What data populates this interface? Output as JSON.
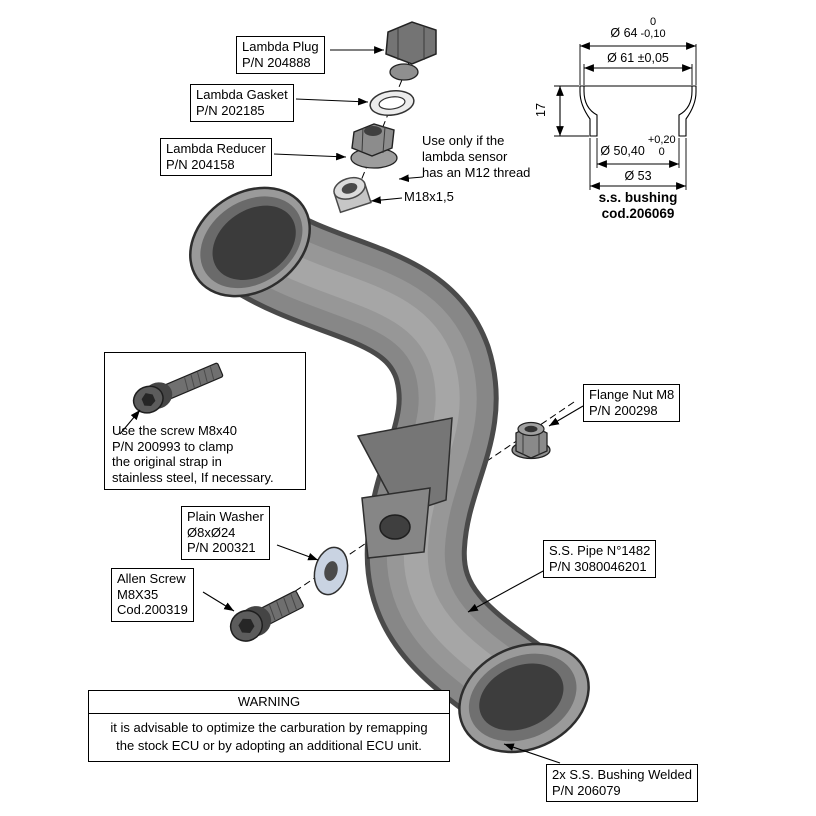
{
  "labels": {
    "lambda_plug": [
      "Lambda Plug",
      "P/N 204888"
    ],
    "lambda_gasket": [
      "Lambda Gasket",
      "P/N 202185"
    ],
    "lambda_reducer": [
      "Lambda Reducer",
      "P/N 204158"
    ],
    "m12_note": [
      "Use only if the",
      "lambda sensor",
      "has an M12 thread"
    ],
    "thread_size": "M18x1,5",
    "screw_note": [
      "Use the screw M8x40",
      "P/N 200993 to clamp",
      "the original strap in",
      "stainless steel, If necessary."
    ],
    "flange_nut": [
      "Flange Nut M8",
      "P/N 200298"
    ],
    "plain_washer": [
      "Plain Washer",
      "Ø8xØ24",
      "P/N 200321"
    ],
    "allen_screw": [
      "Allen Screw",
      "M8X35",
      "Cod.200319"
    ],
    "ss_pipe": [
      "S.S. Pipe N°1482",
      "P/N 3080046201"
    ],
    "bushing_welded": [
      "2x S.S. Bushing Welded",
      "P/N 206079"
    ]
  },
  "dim_drawing": {
    "d64": "Ø 64",
    "d64_hi": "0",
    "d64_lo": "-0,10",
    "d61": "Ø 61 ±0,05",
    "h17": "17",
    "d5040": "Ø 50,40",
    "d5040_hi": "+0,20",
    "d5040_lo": "0",
    "d53": "Ø 53",
    "caption": [
      "s.s. bushing",
      "cod.206069"
    ]
  },
  "warning": {
    "title": "WARNING",
    "body": [
      "it is advisable to optimize the carburation by remapping",
      "the stock ECU or by adopting an additional ECU unit."
    ]
  },
  "colors": {
    "pipe_mid": "#878787",
    "pipe_edge": "#4a4a4a",
    "washer": "#c9d3e2"
  }
}
